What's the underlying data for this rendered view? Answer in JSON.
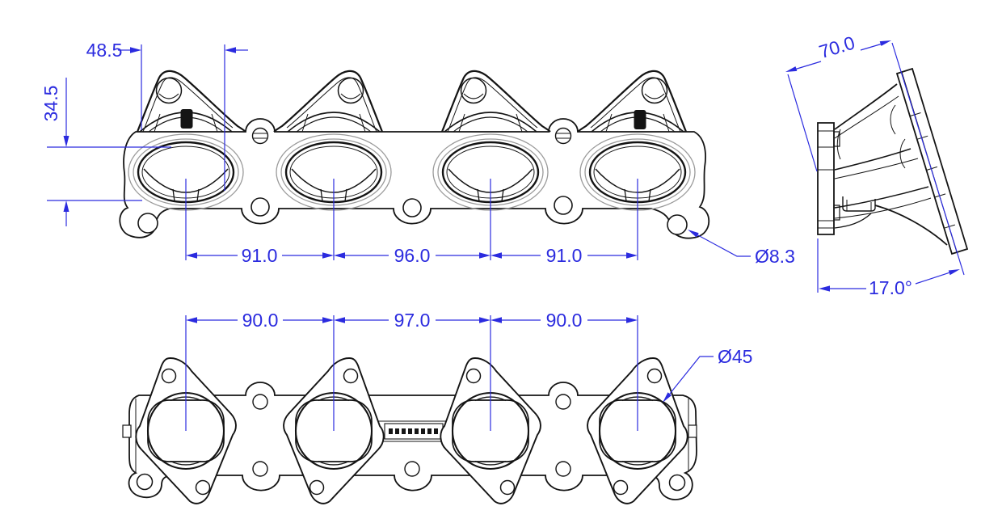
{
  "drawing": {
    "type": "cad-engineering-drawing",
    "part": "4-port manifold flange",
    "colors": {
      "line": "#141414",
      "dimension": "#2b2bdf",
      "gasket": "#9a9a9a",
      "background": "#ffffff"
    },
    "views": {
      "side": {
        "label": "side-elevation",
        "dims": {
          "offset_horizontal": "48.5",
          "offset_vertical": "34.5",
          "spacing": [
            "91.0",
            "96.0",
            "91.0"
          ],
          "hole_diameter": "Ø8.3"
        }
      },
      "profile": {
        "label": "end-profile",
        "dims": {
          "depth": "70.0",
          "angle": "17.0°"
        }
      },
      "face": {
        "label": "gasket-face",
        "dims": {
          "spacing": [
            "90.0",
            "97.0",
            "90.0"
          ],
          "port_diameter": "Ø45"
        }
      }
    }
  }
}
